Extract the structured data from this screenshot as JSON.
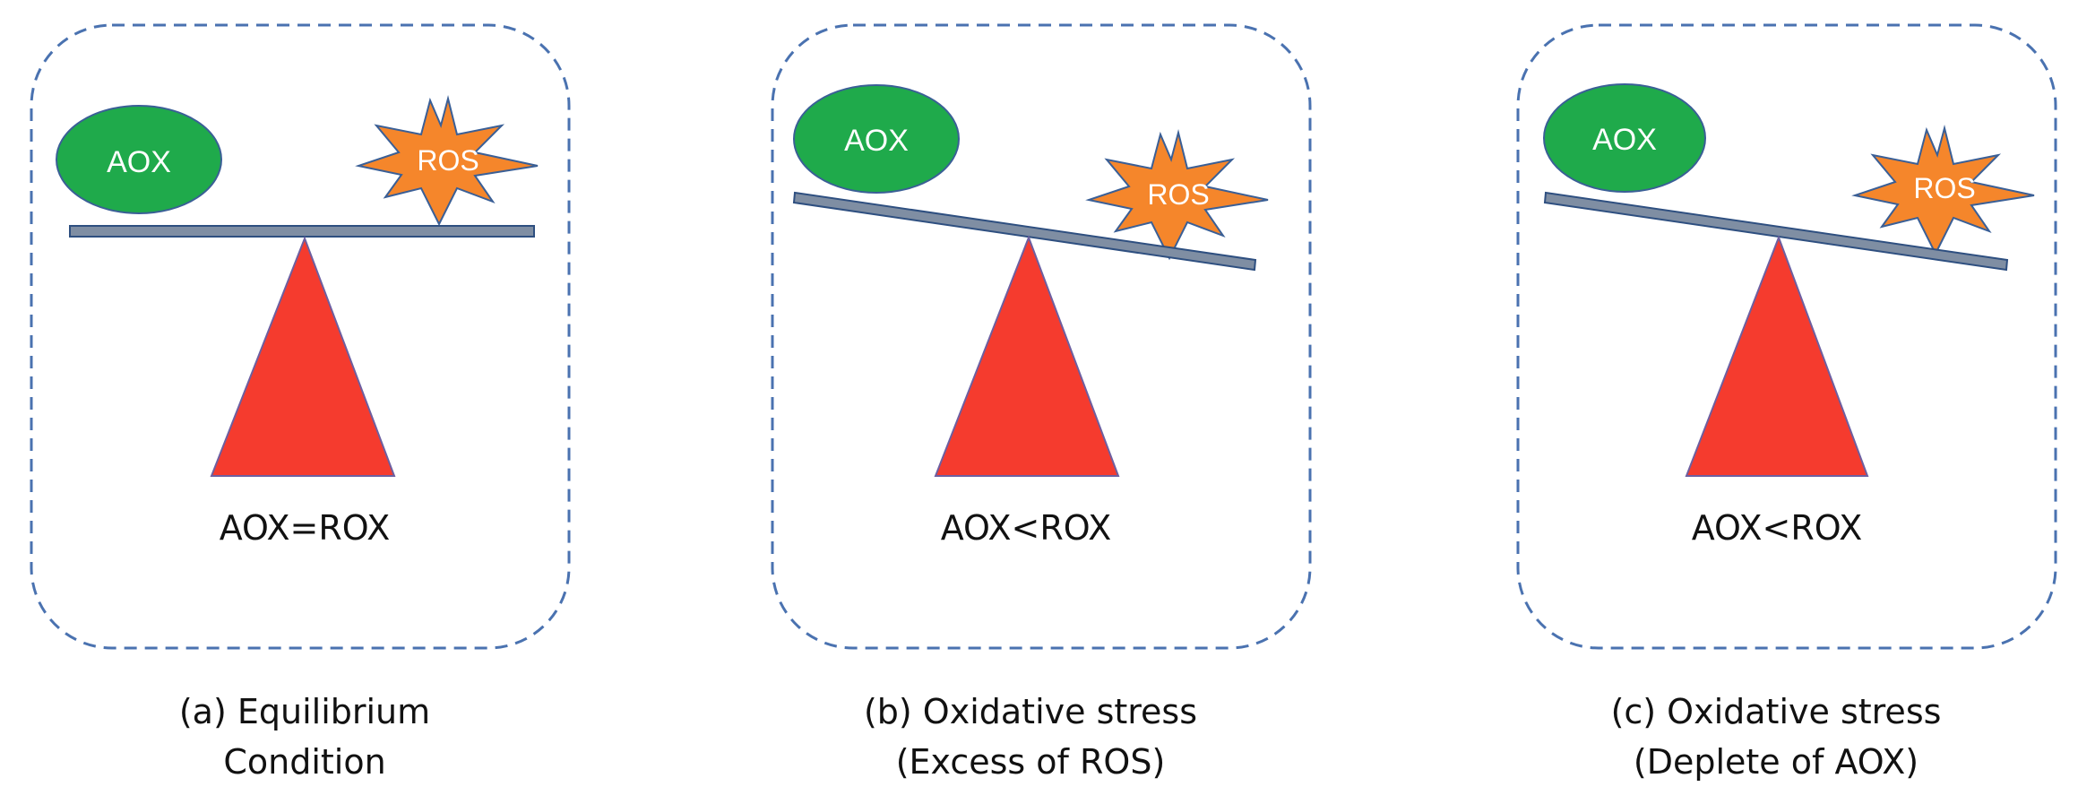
{
  "colors": {
    "panel_border": "#4a72b0",
    "aox_fill": "#1faa4b",
    "aox_stroke": "#3a5f96",
    "ros_fill": "#f5862b",
    "ros_stroke": "#3a5f96",
    "beam_fill": "#7f8ea3",
    "beam_stroke": "#2e4f80",
    "fulcrum_fill": "#f53b2e",
    "fulcrum_stroke": "#6d5fa0",
    "text_white": "#ffffff",
    "text_dark": "#111111"
  },
  "panels": [
    {
      "aox_label": "AOX",
      "ros_label": "ROS",
      "relation": "AOX=ROX",
      "caption_line1": "(a) Equilibrium",
      "caption_line2": "Condition",
      "balance_state": "level"
    },
    {
      "aox_label": "AOX",
      "ros_label": "ROS",
      "relation": "AOX<ROX",
      "caption_line1": "(b) Oxidative stress",
      "caption_line2": "(Excess of ROS)",
      "balance_state": "tilted toward ROS"
    },
    {
      "aox_label": "AOX",
      "ros_label": "ROS",
      "relation": "AOX<ROX",
      "caption_line1": "(c) Oxidative stress",
      "caption_line2": "(Deplete of AOX)",
      "balance_state": "tilted toward ROS"
    }
  ]
}
